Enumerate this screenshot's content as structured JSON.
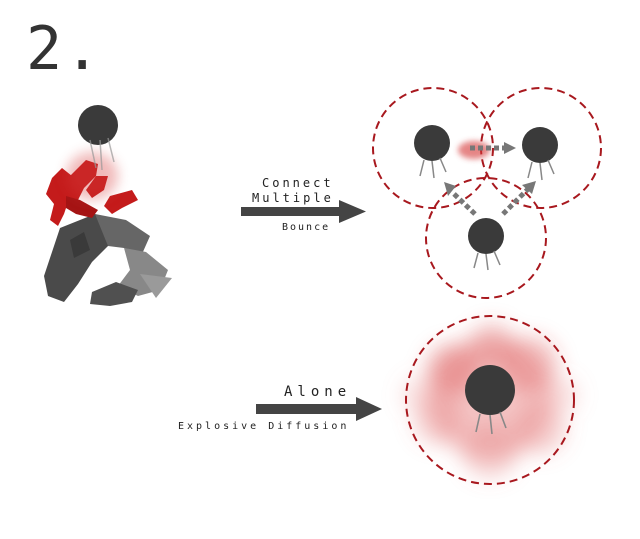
{
  "step_number": "2.",
  "top_arrow": {
    "line1": "Connect",
    "line2": "Multiple",
    "line3": "Bounce"
  },
  "bottom_arrow": {
    "line1": "Alone",
    "line2": "Explosive Diffusion"
  },
  "colors": {
    "ink": "#333333",
    "red": "#c41b1b",
    "dash": "#a8181e",
    "grey": "#777777"
  },
  "icons": [
    "figure-head-icon",
    "red-hands-icon",
    "dashed-ring-icon",
    "dotted-arrow-icon"
  ]
}
